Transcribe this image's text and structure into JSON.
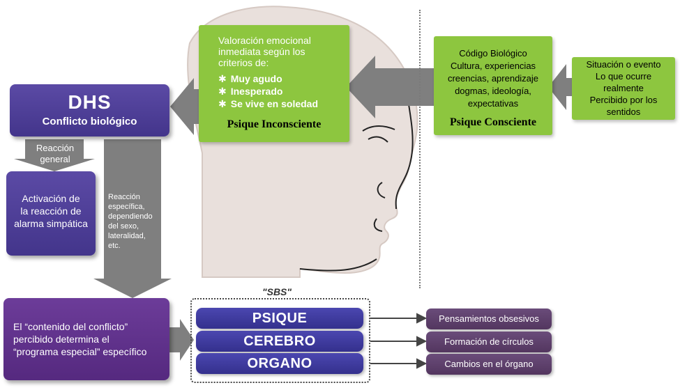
{
  "emotional": {
    "intro": "Valoración emocional inmediata según los criterios de:",
    "criteria": [
      "Muy agudo",
      "Inesperado",
      "Se vive en soledad"
    ],
    "label": "Psique Inconsciente"
  },
  "conscious": {
    "lines": [
      "Código Biológico",
      "Cultura, experiencias",
      "creencias, aprendizaje",
      "dogmas, ideología,",
      "expectativas"
    ],
    "label": "Psique Consciente"
  },
  "situation": {
    "lines": [
      "Situación o evento",
      "Lo que ocurre",
      "realmente",
      "Percibido por los",
      "sentidos"
    ]
  },
  "dhs": {
    "title": "DHS",
    "subtitle": "Conflicto biológico"
  },
  "general_reaction": {
    "lines": [
      "Reacción",
      "general"
    ]
  },
  "activation": {
    "lines": [
      "Activación de",
      "la reacción de",
      "alarma simpática"
    ]
  },
  "specific_reaction": {
    "lines": [
      "Reacción",
      "específica,",
      "dependiendo",
      "del sexo,",
      "lateralidad,",
      "etc."
    ]
  },
  "conflict_content": {
    "lines": [
      "El “contenido del conflicto”",
      "percibido determina el",
      "“programa especial” específico"
    ]
  },
  "sbs": {
    "label": "\"SBS\"",
    "levels": [
      "PSIQUE",
      "CEREBRO",
      "ORGANO"
    ]
  },
  "results": [
    "Pensamientos obsesivos",
    "Formación de círculos",
    "Cambios en el órgano"
  ],
  "colors": {
    "green": "#8dc63f",
    "dark_blue": "#43358b",
    "purple": "#55297f",
    "arrow_gray": "#7f7f7f",
    "result_purple": "#53365f"
  }
}
